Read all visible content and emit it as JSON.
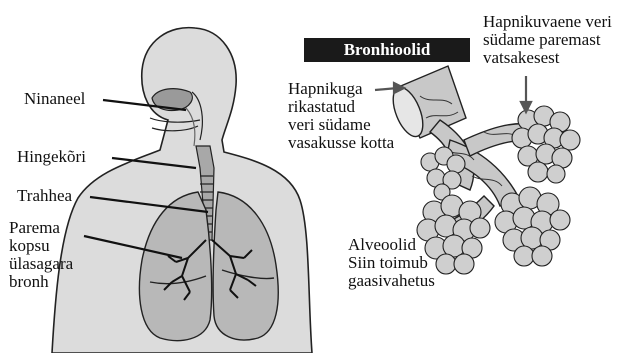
{
  "banner": {
    "title": "Bronhioolid"
  },
  "labels": {
    "ninaneel": "Ninaneel",
    "hingekori": "Hingekõri",
    "trahhea": "Trahhea",
    "bronh": [
      "Parema",
      "kopsu",
      "ülasagara",
      "bronh"
    ],
    "hapnikuga": [
      "Hapnikuga",
      "rikastatud",
      "veri südame",
      "vasakusse kotta"
    ],
    "hapnikuvaene": [
      "Hapnikuvaene veri",
      "südame paremast",
      "vatsakesest"
    ],
    "alveoolid": [
      "Alveoolid",
      "Siin toimub",
      "gaasivahetus"
    ]
  },
  "colors": {
    "body_fill": "#d6d6d6",
    "lung_fill": "#b4b4b4",
    "banner_bg": "#1a1a1a",
    "line": "#111111"
  }
}
